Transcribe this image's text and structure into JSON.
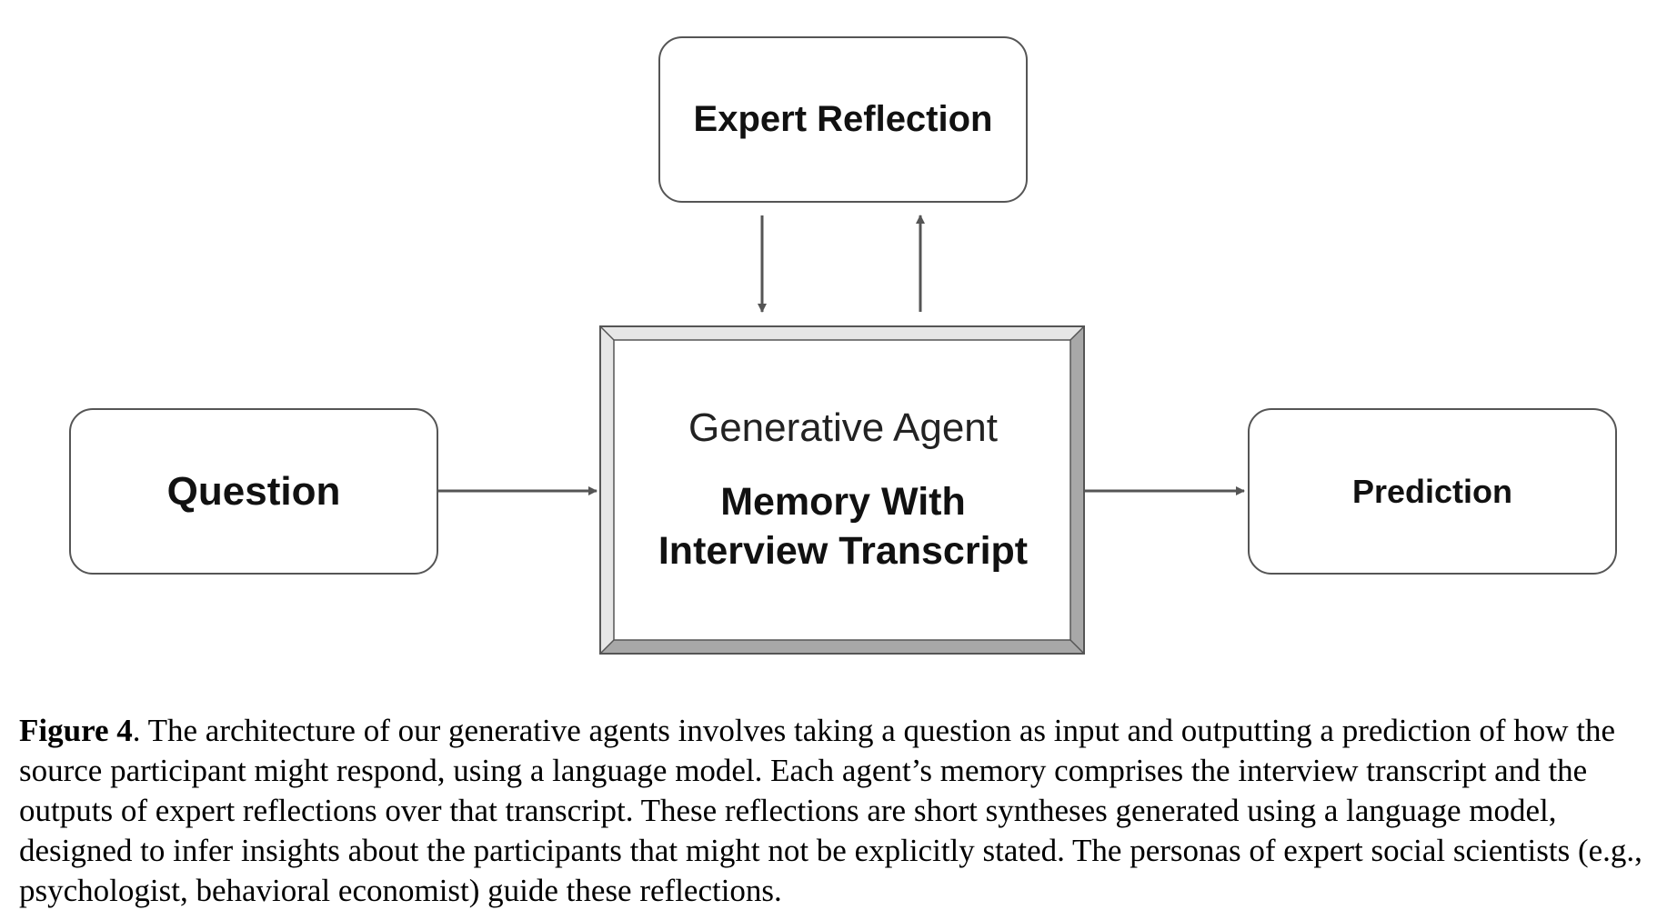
{
  "nodes": {
    "expert_reflection": "Expert Reflection",
    "question": "Question",
    "prediction": "Prediction",
    "agent_title": "Generative Agent",
    "agent_memory_line1": "Memory With",
    "agent_memory_line2": "Interview Transcript"
  },
  "caption": {
    "label": "Figure 4",
    "text": ". The architecture of our generative agents involves taking a question as input and outputting a prediction of how the source participant might respond, using a language model. Each agent’s memory comprises the interview transcript and the outputs of expert reflections over that transcript. These reflections are short syntheses generated using a language model, designed to infer insights about the participants that might not be explicitly stated. The personas of expert social scientists (e.g., psychologist, behavioral economist) guide these reflections."
  },
  "colors": {
    "stroke": "#555555",
    "arrow": "#555555",
    "bevel_light": "#e6e6e6",
    "bevel_dark": "#a8a8a8",
    "text": "#111111"
  }
}
